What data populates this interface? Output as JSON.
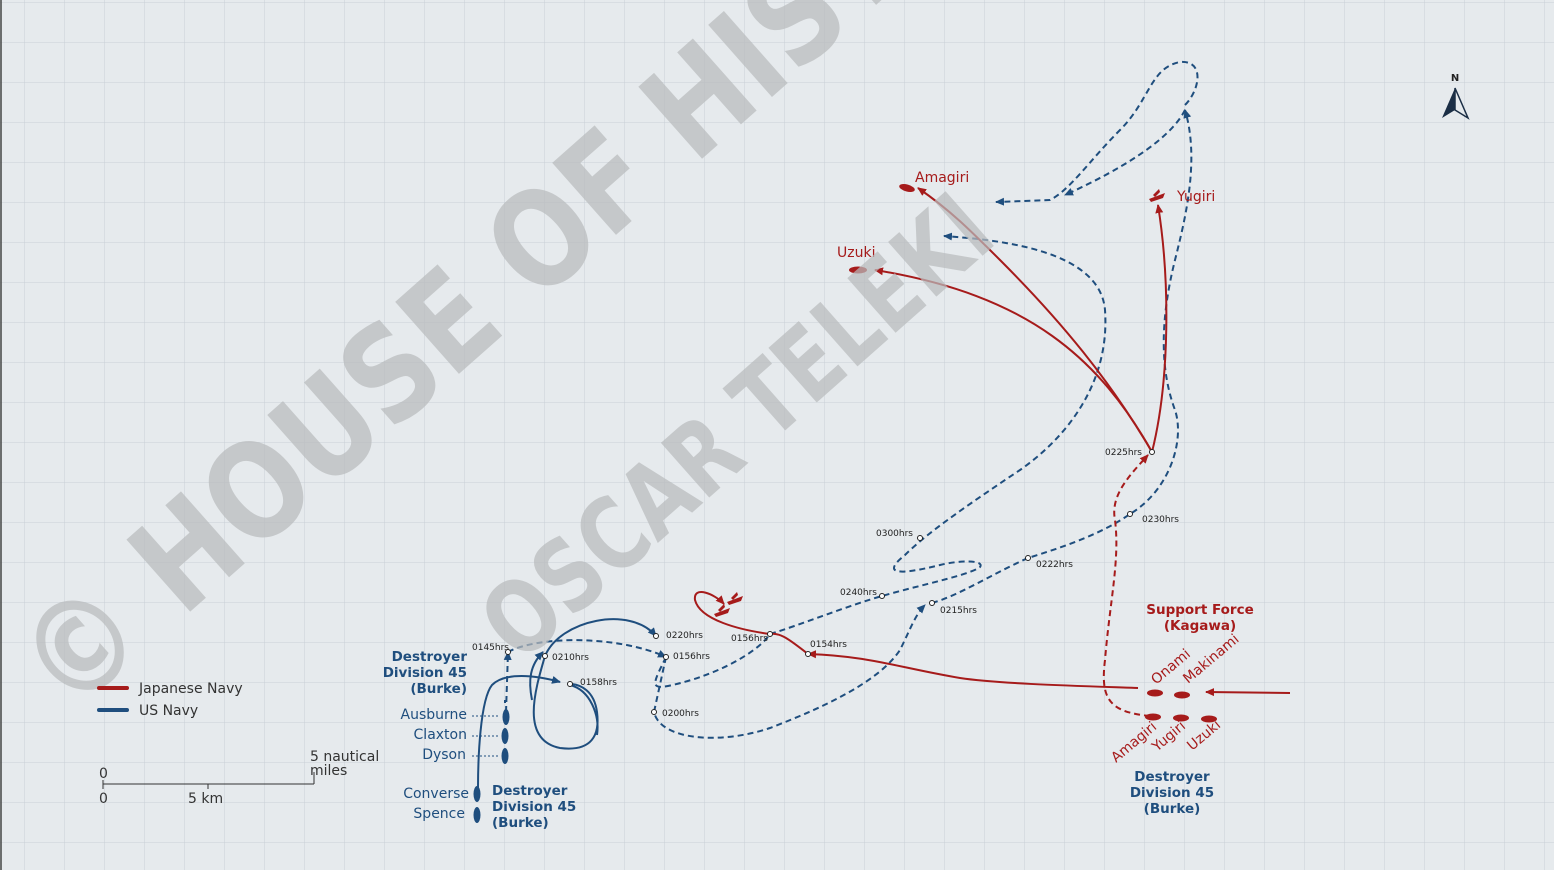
{
  "watermark": {
    "line1": "© HOUSE OF HISTORY",
    "line2": "OSCAR TELEKI"
  },
  "compass_label": "N",
  "legend": {
    "japanese": "Japanese Navy",
    "us": "US Navy"
  },
  "scale": {
    "nm_zero": "0",
    "nm_label": "5 nautical",
    "nm_label2": "miles",
    "km_zero": "0",
    "km_label": "5 km"
  },
  "us_groups": {
    "div45_top": [
      "Destroyer",
      "Division 45",
      "(Burke)"
    ],
    "div45_bottom": [
      "Destroyer",
      "Division 45",
      "(Burke)"
    ],
    "div45_right": [
      "Destroyer",
      "Division 45",
      "(Burke)"
    ]
  },
  "us_ships": [
    "Ausburne",
    "Claxton",
    "Dyson",
    "Converse",
    "Spence"
  ],
  "jp_group": [
    "Support Force",
    "(Kagawa)"
  ],
  "jp_ships": {
    "onami": "Onami",
    "makinami": "Makinami",
    "amagiri_start": "Amagiri",
    "yugiri_start": "Yugiri",
    "uzuki_start": "Uzuki",
    "amagiri_end": "Amagiri",
    "uzuki_end": "Uzuki",
    "yugiri_end": "Yugiri"
  },
  "times": {
    "t0145": "0145hrs",
    "t0210": "0210hrs",
    "t0158": "0158hrs",
    "t0220": "0220hrs",
    "t0156a": "0156hrs",
    "t0200": "0200hrs",
    "t0156b": "0156hrs",
    "t0154": "0154hrs",
    "t0240": "0240hrs",
    "t0215": "0215hrs",
    "t0300": "0300hrs",
    "t0222": "0222hrs",
    "t0230": "0230hrs",
    "t0225": "0225hrs"
  },
  "colors": {
    "japanese_navy": "#a61b1b",
    "us_navy": "#1f4e7e",
    "grid": "#c9d0d6",
    "background": "#e6eaed"
  }
}
